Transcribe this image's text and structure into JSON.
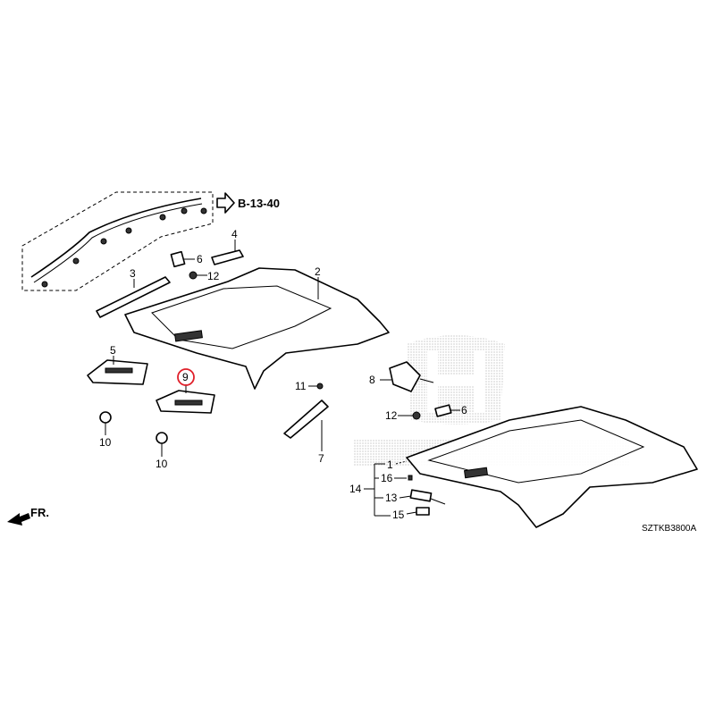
{
  "diagram": {
    "reference_link": "B-13-40",
    "diagram_code": "SZTKB3800A",
    "front_indicator": "FR.",
    "watermark": "HONDA",
    "highlight_color": "#e0202a",
    "callouts": {
      "c1": "1",
      "c2": "2",
      "c3": "3",
      "c4": "4",
      "c5": "5",
      "c6a": "6",
      "c6b": "6",
      "c7": "7",
      "c8": "8",
      "c9": "9",
      "c10a": "10",
      "c10b": "10",
      "c11": "11",
      "c12a": "12",
      "c12b": "12",
      "c13": "13",
      "c14": "14",
      "c15": "15",
      "c16": "16"
    },
    "highlighted_callout": "9"
  }
}
